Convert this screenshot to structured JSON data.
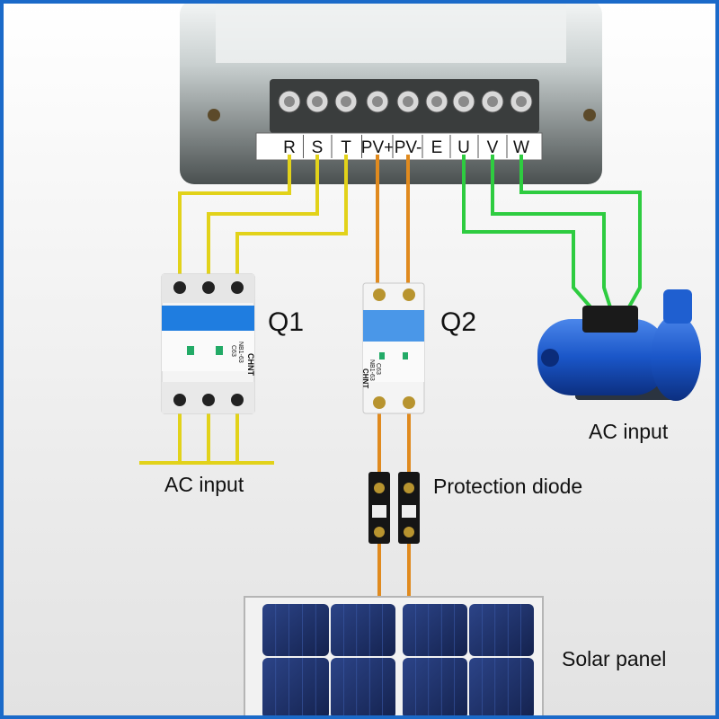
{
  "terminals": [
    "R",
    "S",
    "T",
    "PV+",
    "PV-",
    "E",
    "U",
    "V",
    "W"
  ],
  "breaker_q1": {
    "label": "Q1",
    "brand": "CHNT",
    "model": "NB1-63",
    "rating": "C63"
  },
  "breaker_q2": {
    "label": "Q2",
    "brand": "CHNT",
    "model": "NB1-63",
    "rating": "C63"
  },
  "labels": {
    "ac_input_left": "AC input",
    "ac_input_right": "AC input",
    "protection_diode": "Protection diode",
    "solar_panel": "Solar panel"
  },
  "colors": {
    "frame": "#1b6ac9",
    "wire_ac": "#e2d21a",
    "wire_pv": "#e08a1e",
    "wire_motor": "#2ecc40",
    "breaker_blue": "#1f7de0",
    "pump_blue": "#1a56c8",
    "panel_cell": "#1c2f66"
  }
}
